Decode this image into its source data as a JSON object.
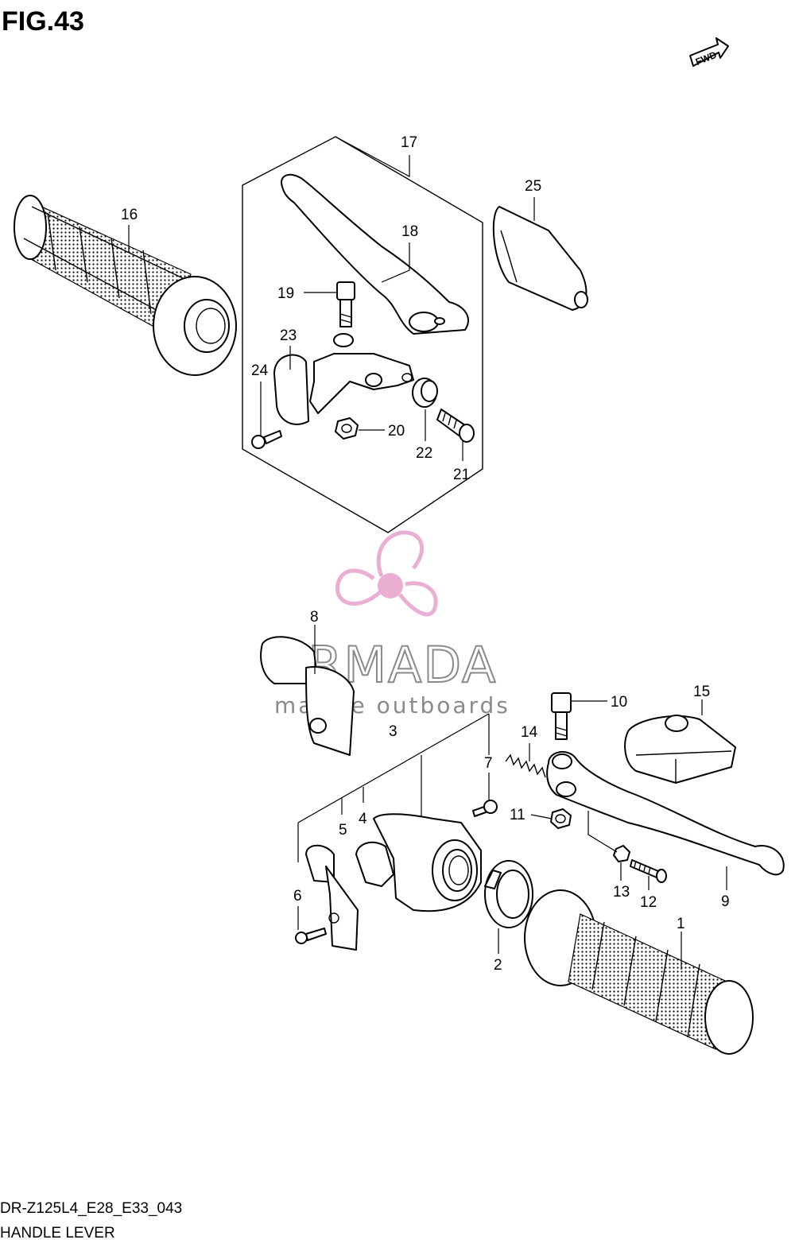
{
  "figure": {
    "title": "FIG.43",
    "fwd_badge": "FWD"
  },
  "watermark": {
    "brand": "ARMADA",
    "tagline": "marine outboards"
  },
  "callouts": {
    "c1": "1",
    "c2": "2",
    "c3": "3",
    "c4": "4",
    "c5": "5",
    "c6": "6",
    "c7": "7",
    "c8": "8",
    "c9": "9",
    "c10": "10",
    "c11": "11",
    "c12": "12",
    "c13": "13",
    "c14": "14",
    "c15": "15",
    "c16": "16",
    "c17": "17",
    "c18": "18",
    "c19": "19",
    "c20": "20",
    "c21": "21",
    "c22": "22",
    "c23": "23",
    "c24": "24",
    "c25": "25"
  },
  "footer": {
    "model_code": "DR-Z125L4_E28_E33_043",
    "section_name": "HANDLE LEVER"
  },
  "colors": {
    "line": "#000000",
    "watermark_pink": "#e8a6cf",
    "watermark_gray": "#8a8a8a"
  }
}
